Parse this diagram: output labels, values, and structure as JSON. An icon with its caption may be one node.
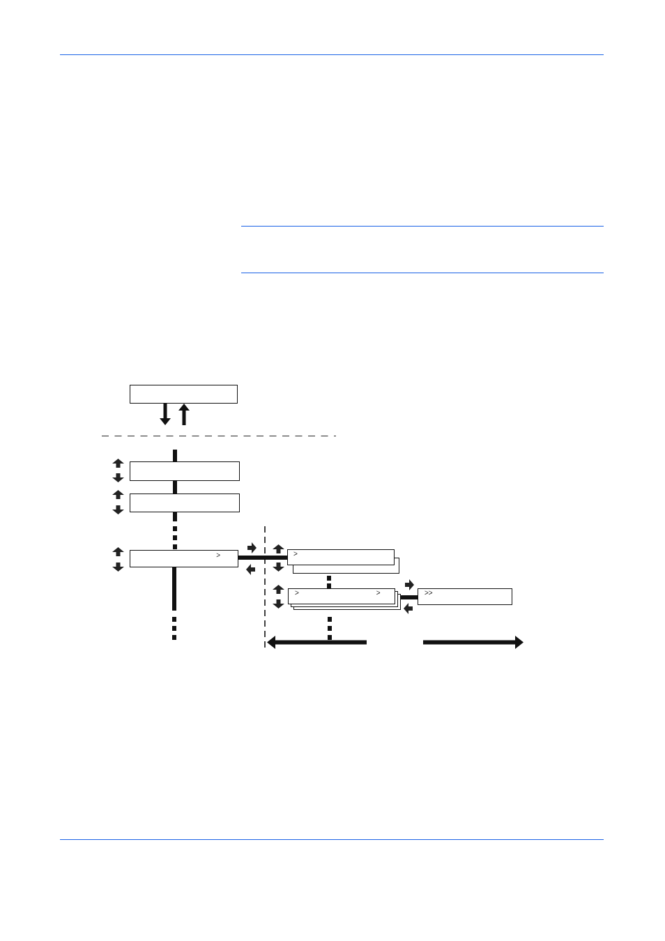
{
  "diagram": {
    "nodes": [
      {
        "text": [],
        "shape": "box"
      },
      {
        "text": [],
        "shape": "box"
      },
      {
        "text": [],
        "shape": "box"
      },
      {
        "text": [
          ">"
        ]
      },
      {
        "text": [
          ">"
        ]
      },
      {
        "text": [
          ">",
          ">"
        ]
      },
      {
        "text": [
          ">>"
        ]
      }
    ],
    "edges": [
      {
        "from": 0,
        "to": null,
        "arrow": "to"
      },
      {
        "from": null,
        "to": 0,
        "arrow": "to"
      },
      {
        "from": null,
        "to": 1,
        "arrow": "none"
      },
      {
        "from": 1,
        "to": 2,
        "arrow": "none"
      },
      {
        "from": 2,
        "to": 3,
        "arrow": "none",
        "style": "dashed"
      },
      {
        "from": 3,
        "to": null,
        "arrow": "none",
        "style": "dashed"
      },
      {
        "from": 3,
        "to": 4,
        "arrow": "none"
      },
      {
        "from": 4,
        "to": 5,
        "arrow": "none",
        "style": "dashed"
      },
      {
        "from": 5,
        "to": 6,
        "arrow": "none"
      },
      {
        "from": 5,
        "to": null,
        "arrow": "none",
        "style": "dashed"
      }
    ]
  }
}
